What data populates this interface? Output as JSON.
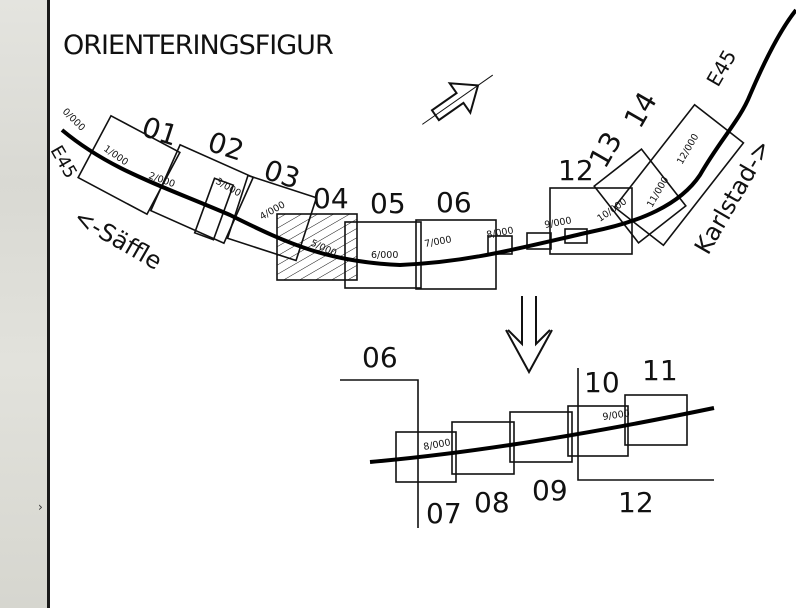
{
  "title": "ORIENTERINGSFIGUR",
  "road": {
    "top": "E45",
    "left": "E45"
  },
  "directions": {
    "left": "<-Säffle",
    "right": "Karlstad->"
  },
  "margin_tick": "›",
  "sections_top": [
    "01",
    "02",
    "03",
    "04",
    "05",
    "06",
    "12",
    "13",
    "14"
  ],
  "chainage_top": [
    "0/000",
    "1/000",
    "2/000",
    "3/000",
    "4/000",
    "5/000",
    "6/000",
    "7/000",
    "8/000",
    "9/000",
    "10/000",
    "11/000",
    "12/000"
  ],
  "detail": {
    "sections": [
      "06",
      "07",
      "08",
      "09",
      "10",
      "11",
      "12"
    ],
    "chainage": [
      "8/000",
      "9/000"
    ]
  }
}
